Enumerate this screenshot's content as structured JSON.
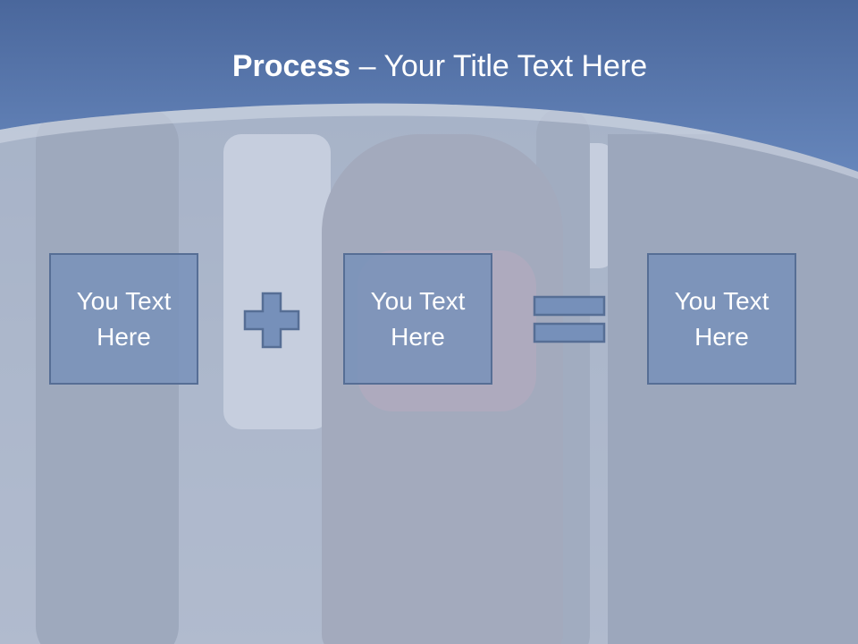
{
  "slide": {
    "title_strong": "Process",
    "title_dash": " – ",
    "title_rest": "Your Title Text Here",
    "boxes": [
      {
        "text": "You Text Here"
      },
      {
        "text": "You Text Here"
      },
      {
        "text": "You Text Here"
      }
    ],
    "operators": {
      "first": "plus-icon",
      "second": "equals-icon"
    }
  },
  "colors": {
    "header_blue": "#5b7db2",
    "box_fill": "#7690ba",
    "box_border": "#566e95",
    "operator_fill": "#7690ba"
  }
}
